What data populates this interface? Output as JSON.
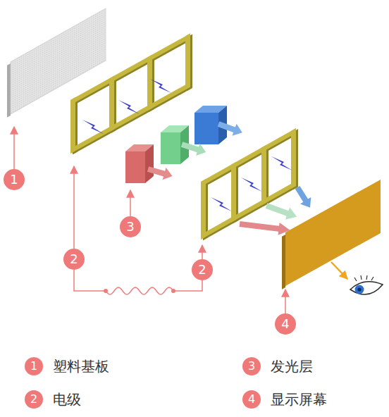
{
  "diagram": {
    "nodes": [
      {
        "text": [
          "1"
        ]
      },
      {
        "text": [
          "3"
        ]
      },
      {
        "text": [
          "2"
        ]
      },
      {
        "text": [
          "2"
        ]
      },
      {
        "text": [
          "4"
        ]
      },
      {
        "text": [
          "1",
          "塑料基板"
        ]
      },
      {
        "text": [
          "3",
          "发光层"
        ]
      },
      {
        "text": [
          "2",
          "电级"
        ]
      },
      {
        "text": [
          "4",
          "显示屏幕"
        ]
      }
    ],
    "edges": [
      {
        "from": 2,
        "to": 3,
        "arrow": "none"
      }
    ]
  }
}
